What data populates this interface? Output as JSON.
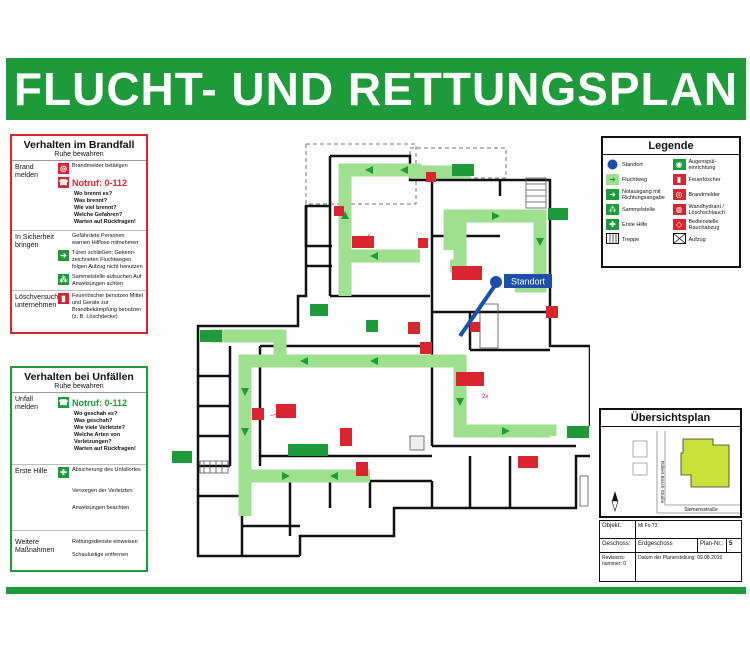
{
  "title": "FLUCHT- UND RETTUNGSPLAN",
  "fire_box": {
    "title": "Verhalten im Brandfall",
    "subtitle": "Ruhe bewahren",
    "section_report": "Brand melden",
    "alarm_text": "Brandmelder betätigen",
    "emergency": "Notruf:  0-112",
    "questions": [
      "Wo brennt es?",
      "Was brennt?",
      "Wie viel brennt?",
      "Welche Gefahren?",
      "Warten auf Rückfragen!"
    ],
    "section_safety": "In Sicherheit bringen",
    "safety_1": "Gefährdete Personen warnen Hilflose mitnehmen",
    "safety_2": "Türen schließen; Gekenn-zeichneten Fluchtwegen folgen Aufzug nicht benutzen",
    "safety_3": "Sammelstelle aufsuchen Auf Anweisungen achten",
    "section_extinguish": "Löschversuch unternehmen",
    "extinguish_1": "Feuerlöscher benutzen Mittel und Geräte zur Brandbekämpfung benutzen (z. B. Löschdecke)"
  },
  "accident_box": {
    "title": "Verhalten bei Unfällen",
    "subtitle": "Ruhe bewahren",
    "section_report": "Unfall melden",
    "emergency": "Notruf:  0-112",
    "questions": [
      "Wo geschah es?",
      "Was geschah?",
      "Wie viele Verletzte?",
      "Welche Arten von Verletzungen?",
      "Warten auf Rückfragen!"
    ],
    "section_first_aid": "Erste Hilfe",
    "aid_1": "Absicherung des Unfallortes",
    "aid_2": "Versorgen der Verletzten",
    "aid_3": "Anweisungen beachten",
    "section_more": "Weitere Maßnahmen",
    "more_1": "Rettungsdienste einweisen",
    "more_2": "Schaulustige entfernen"
  },
  "legend": {
    "title": "Legende",
    "items": [
      {
        "label": "Standort",
        "icon": "location-dot-icon"
      },
      {
        "label": "Augenspül-einrichtung",
        "icon": "eye-wash-icon"
      },
      {
        "label": "Fluchtweg",
        "icon": "escape-arrow-icon"
      },
      {
        "label": "Feuerlöscher",
        "icon": "fire-extinguisher-icon"
      },
      {
        "label": "Notausgang mit Richtungsangabe",
        "icon": "emergency-exit-icon"
      },
      {
        "label": "Brandmelder",
        "icon": "fire-alarm-icon"
      },
      {
        "label": "Sammelstelle",
        "icon": "assembly-point-icon"
      },
      {
        "label": "Wandhydrant / Löschschlauch",
        "icon": "fire-hose-icon"
      },
      {
        "label": "Erste Hilfe",
        "icon": "first-aid-icon"
      },
      {
        "label": "Bedienstelle Rauchabzug",
        "icon": "smoke-vent-icon"
      },
      {
        "label": "Treppe",
        "icon": "stairs-icon"
      },
      {
        "label": "Aufzug",
        "icon": "elevator-icon"
      }
    ]
  },
  "plan": {
    "standort_label": "Standort",
    "count_label": "2x"
  },
  "overview": {
    "title": "Übersichtsplan",
    "street_1": "Robert-Bosch-Straße",
    "street_2": "Siemensstraße"
  },
  "info": {
    "object_label": "Objekt:",
    "object_value": "Mi Fo 73",
    "floor_label": "Geschoss:",
    "floor_value": "Erdgeschoss",
    "plan_label": "Plan-Nr.:",
    "plan_value": "5",
    "revision_label": "Revisions-nummer:",
    "revision_value": "0",
    "date_label": "Datum der Planerstellung:",
    "date_value": "09.08.2016"
  },
  "colors": {
    "green": "#1f9a3a",
    "red": "#d9252f",
    "route": "#9ee08f",
    "blue": "#1d4fa8"
  }
}
